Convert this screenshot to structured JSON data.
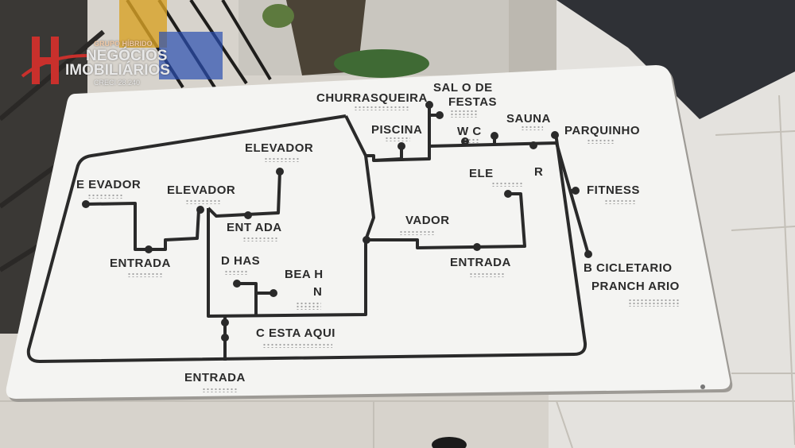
{
  "logo": {
    "tagline": "GRUPO HÍBRIDO",
    "line1": "NEGÓCIOS",
    "line2": "IMOBILIÁRIOS",
    "line3": "CRECI 28.240"
  },
  "sign": {
    "labels": {
      "elevador_left": "E EVADOR",
      "elevador_mid": "ELEVADOR",
      "elevador_top": "ELEVADOR",
      "entrada_left": "ENTRADA",
      "entrada_center": "ENT  ADA",
      "duchas": "D   HAS",
      "beach": "BEA  H",
      "beach_n": "N",
      "voce_esta_aqui": "C  ESTA AQUI",
      "entrada_bottom": "ENTRADA",
      "churrasqueira": "CHURRASQUEIRA",
      "salao": "SAL  O DE",
      "festas": "FESTAS",
      "piscina": "PISCINA",
      "wc": "W C",
      "sauna": "SAUNA",
      "parquinho": "PARQUINHO",
      "ele_r_1": "ELE",
      "ele_r_2": "R",
      "vador": "VADOR",
      "entrada_right": "ENTRADA",
      "fitness": "FITNESS",
      "bicicletario": "B CICLETARIO",
      "pranchario": "PRANCH ARIO"
    }
  },
  "colors": {
    "sign": "#f3f3f1",
    "lines": "#2a2a2a",
    "logo": "#c9302c"
  }
}
